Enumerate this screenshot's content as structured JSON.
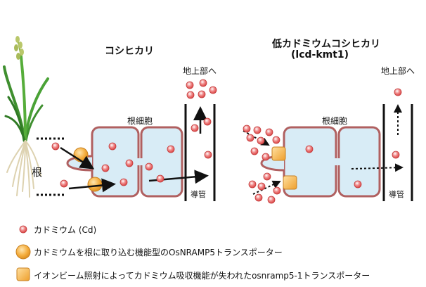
{
  "left_panel": {
    "title": "コシヒカリ",
    "root_label": "根",
    "root_cell_label": "根細胞",
    "to_shoot_label": "地上部へ",
    "xylem_label": "導管"
  },
  "right_panel": {
    "title": "低カドミウムコシヒカリ",
    "subtitle": "(lcd-kmt1)",
    "root_cell_label": "根細胞",
    "to_shoot_label": "地上部へ",
    "xylem_label": "導管"
  },
  "legend": [
    {
      "symbol": "cadmium-dot",
      "text": "カドミウム (Cd)"
    },
    {
      "symbol": "functional-transporter",
      "text": "カドミウムを根に取り込む機能型のOsNRAMP5トランスポーター"
    },
    {
      "symbol": "nonfunctional-transporter",
      "text": "イオンビーム照射によってカドミウム吸収機能が失われたosnramp5-1トランスポーター"
    }
  ],
  "colors": {
    "cell_fill": "#d8ecf6",
    "cell_border": "#b06060",
    "cadmium_dot": "#e04848",
    "functional_transporter": "#f2a93b",
    "nonfunctional_transporter": "#f5b24a",
    "plant_green": "#3f8f2f",
    "root_beige": "#e8e0c8"
  }
}
